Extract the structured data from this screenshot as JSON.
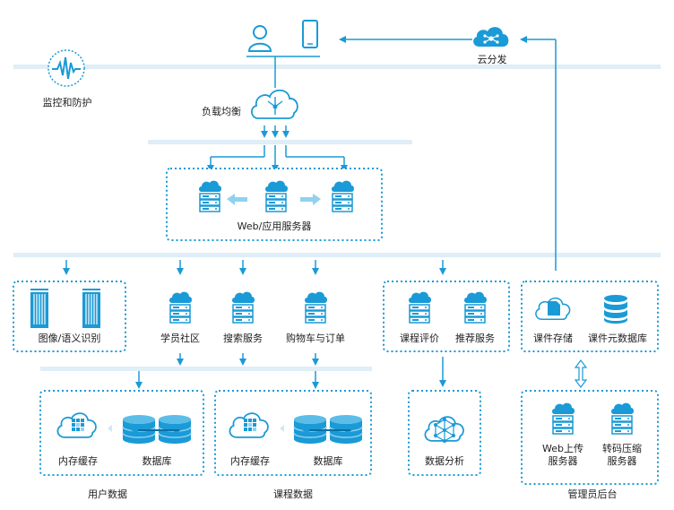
{
  "colors": {
    "primary": "#1a9ad6",
    "box_border": "#1a9ad6",
    "separator": "#dfeef7",
    "text": "#222222"
  },
  "labels": {
    "cloud_distribution": "云分发",
    "monitoring": "监控和防护",
    "load_balancer": "负载均衡",
    "web_app_servers": "Web/应用服务器",
    "image_semantic": "图像/语义识别",
    "student_community": "学员社区",
    "search_service": "搜索服务",
    "cart_order": "购物车与订单",
    "course_review": "课程评价",
    "recommend_service": "推荐服务",
    "course_storage": "课件存储",
    "course_metadata": "课件元数据库",
    "user_cache": "内存缓存",
    "user_db": "数据库",
    "course_cache": "内存缓存",
    "course_db": "数据库",
    "data_analysis": "数据分析",
    "web_upload_line1": "Web上传",
    "web_upload_line2": "服务器",
    "transcode_line1": "转码压缩",
    "transcode_line2": "服务器",
    "user_data": "用户数据",
    "course_data": "课程数据",
    "admin_backend": "管理员后台"
  },
  "icons": {
    "user": "user-icon",
    "mobile": "mobile-phone-icon",
    "cloud": "cloud-share-icon",
    "monitor": "pulse-wave-icon",
    "server": "cloud-server-icon",
    "rack": "server-rack-icon",
    "database": "database-icon",
    "file": "cloud-file-icon",
    "cache": "cloud-grid-icon",
    "network": "network-icon"
  }
}
